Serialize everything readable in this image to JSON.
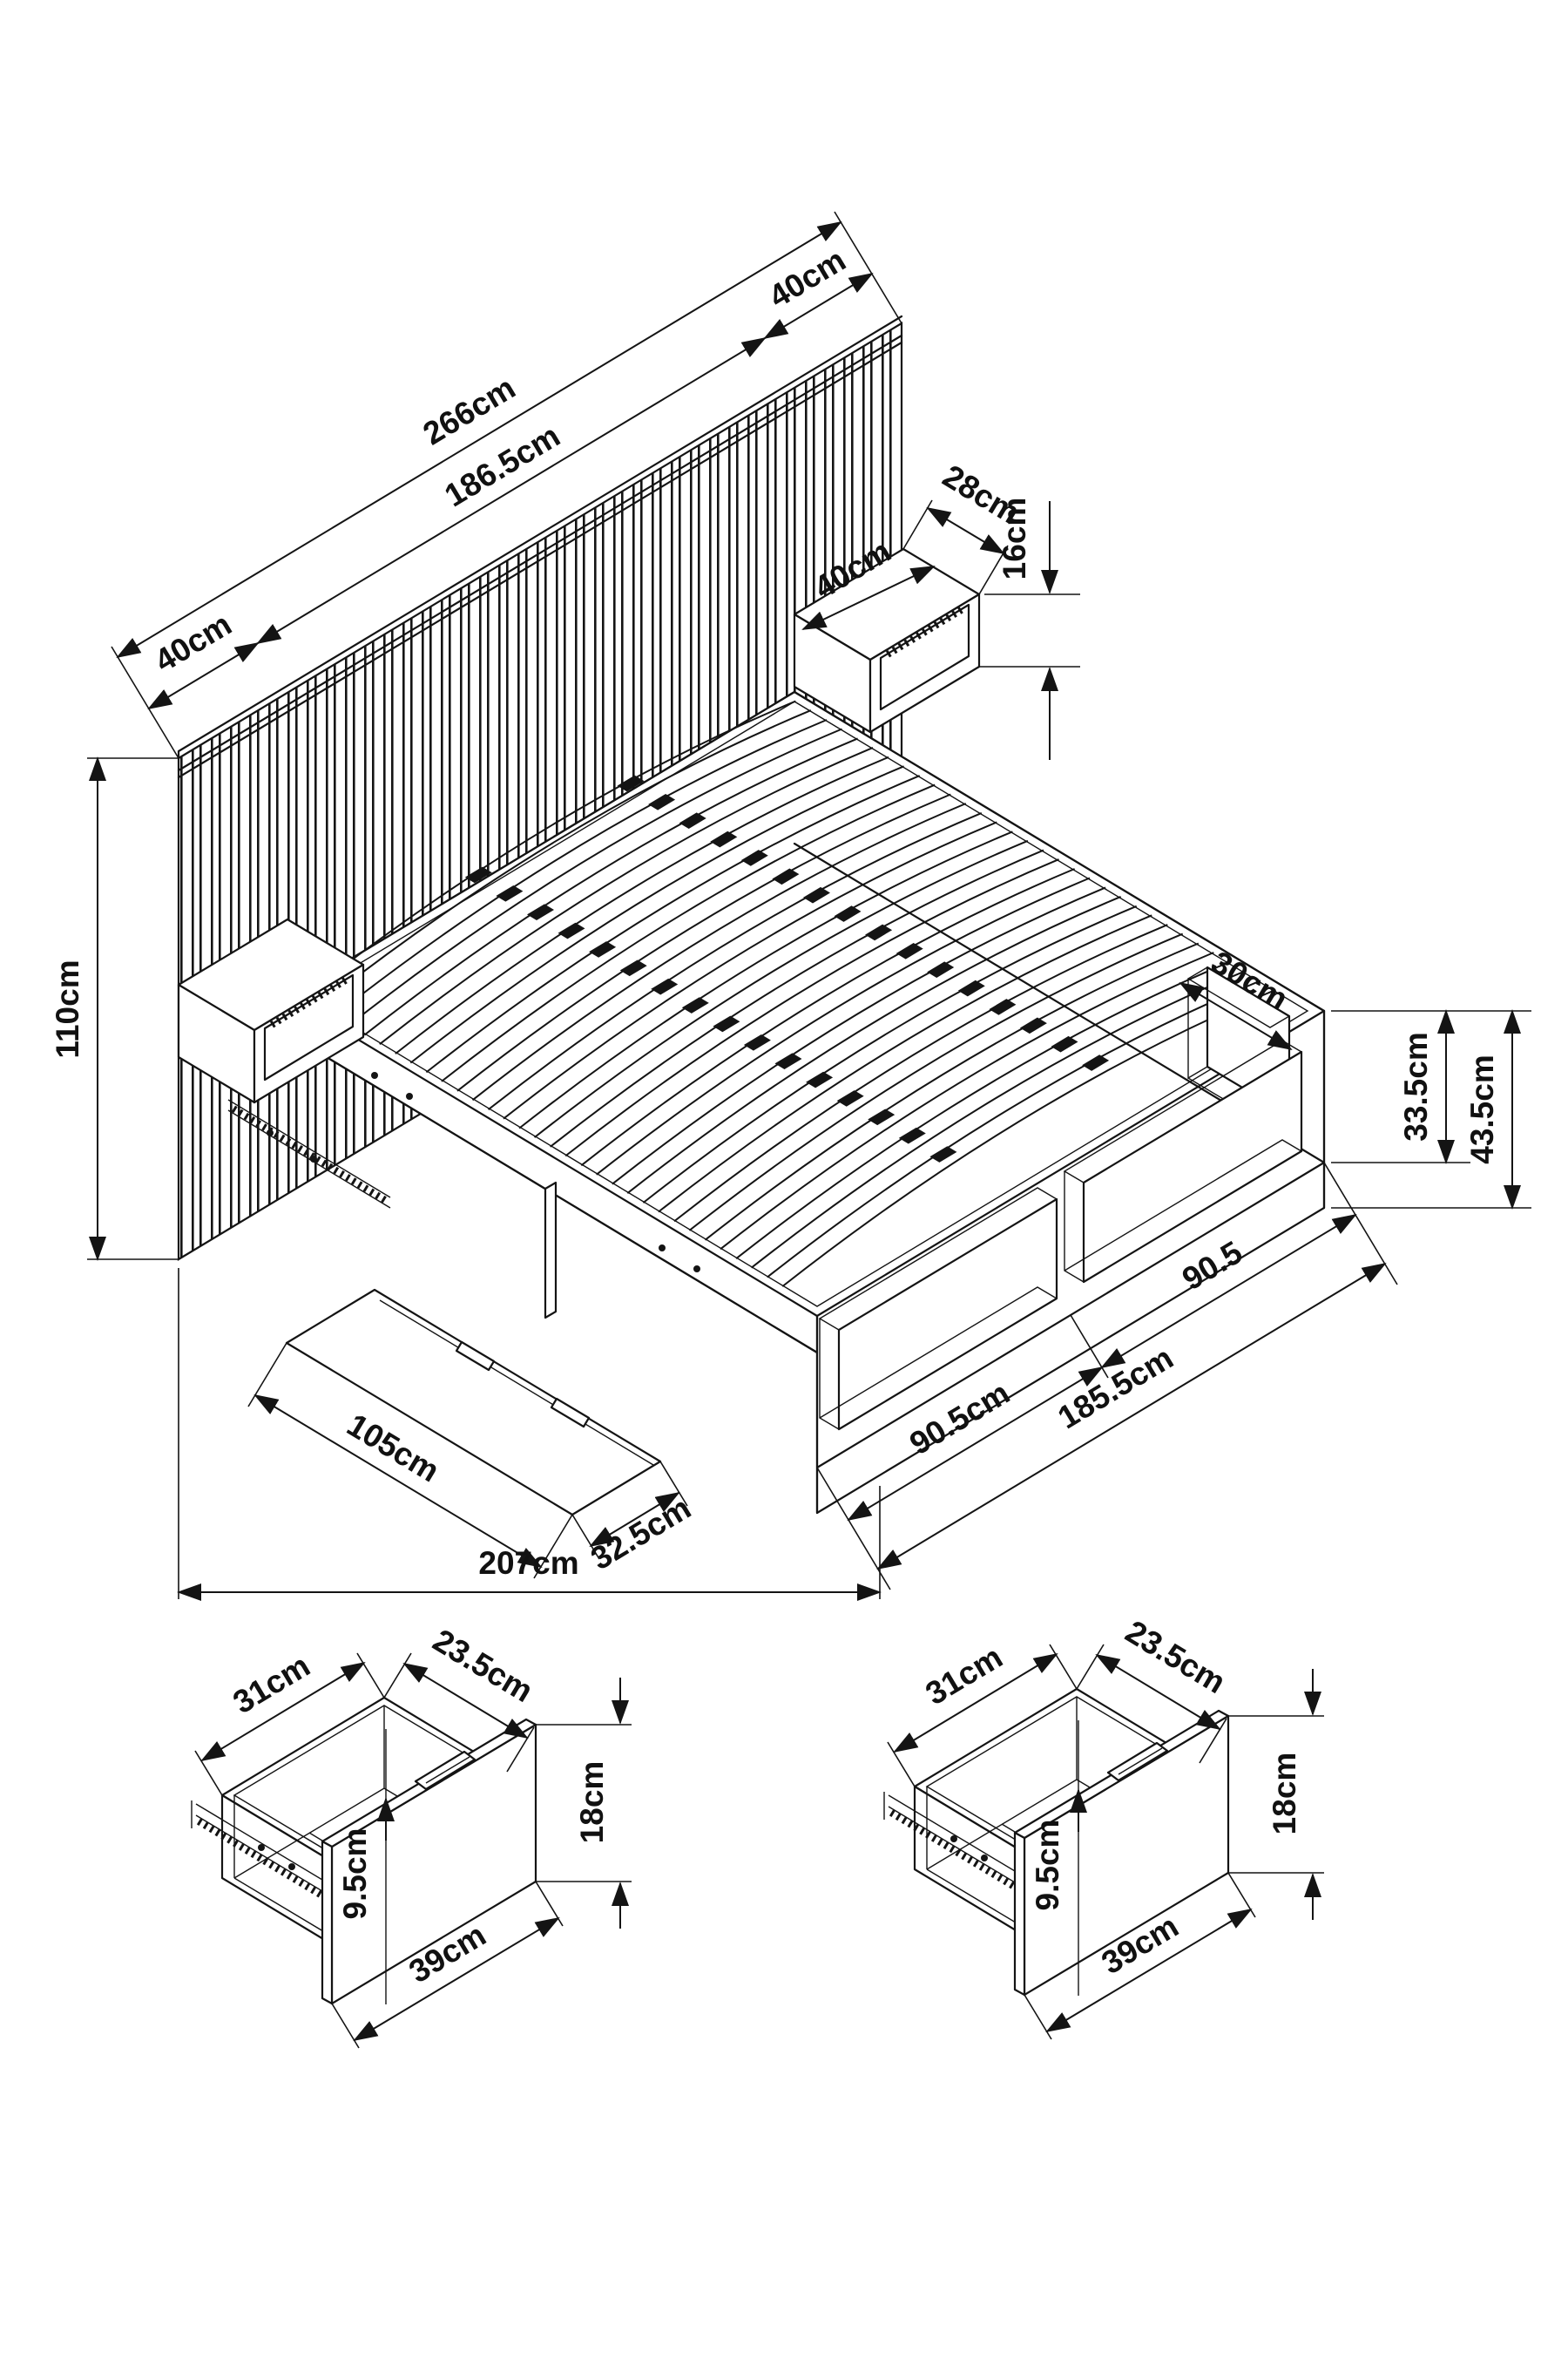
{
  "diagram": {
    "type": "isometric-technical-drawing",
    "subject": "storage bed with slatted headboard, floating nightstands, footboard cubbies, lift-up storage lid and pull-out drawers"
  },
  "dimensions": {
    "headboard_width": "266cm",
    "headboard_slat_width": "186.5cm",
    "headboard_left_overhang": "40cm",
    "headboard_right_overhang": "40cm",
    "headboard_height": "110cm",
    "nightstand_width": "40cm",
    "nightstand_depth": "28cm",
    "nightstand_height": "16cm",
    "frame_panel_height": "33.5cm",
    "frame_total_height": "43.5cm",
    "side_cubby_width": "30cm",
    "foot_cubby_left": "90.5cm",
    "foot_cubby_right": "90.5",
    "foot_total_width": "185.5cm",
    "storage_lid_length": "105cm",
    "storage_lid_width": "32.5cm",
    "overall_depth": "207cm"
  },
  "drawers": [
    {
      "width": "31cm",
      "depth": "23.5cm",
      "inner_height": "9.5cm",
      "front_height": "18cm",
      "front_width": "39cm"
    },
    {
      "width": "31cm",
      "depth": "23.5cm",
      "inner_height": "9.5cm",
      "front_height": "18cm",
      "front_width": "39cm"
    }
  ]
}
